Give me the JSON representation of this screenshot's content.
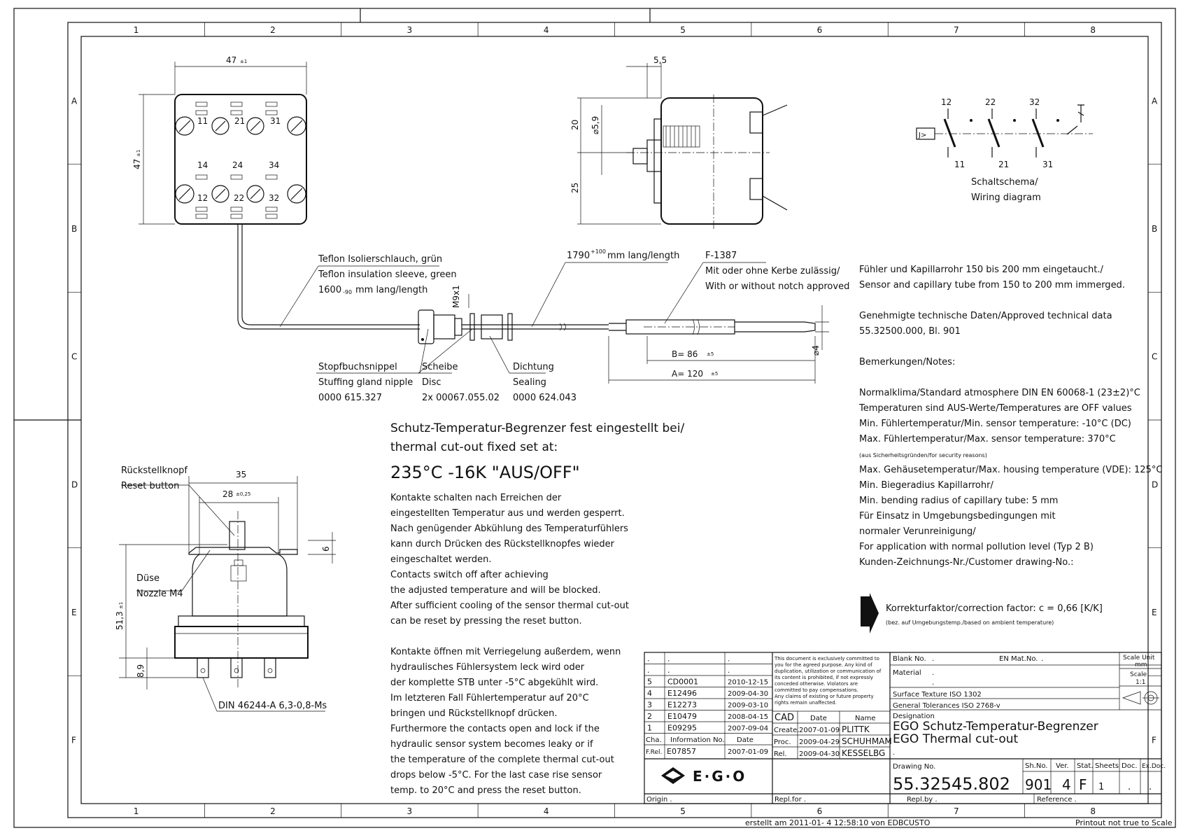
{
  "grid": {
    "columns": [
      "1",
      "2",
      "3",
      "4",
      "5",
      "6",
      "7",
      "8"
    ],
    "rows": [
      "A",
      "B",
      "C",
      "D",
      "E",
      "F"
    ]
  },
  "top_view": {
    "width_dim": "47",
    "width_tol": "±1",
    "height_dim": "47",
    "height_tol": "±1",
    "terminals": [
      "11",
      "21",
      "31",
      "14",
      "24",
      "34",
      "12",
      "22",
      "32"
    ]
  },
  "side_view": {
    "dim_top": "5,5",
    "dim_20": "20",
    "dim_dia": "⌀5,9",
    "dim_25": "25"
  },
  "wiring": {
    "labels_top": [
      "12",
      "22",
      "32"
    ],
    "labels_bottom": [
      "11",
      "21",
      "31"
    ],
    "caption_de": "Schaltschema/",
    "caption_en": "Wiring diagram"
  },
  "capillary": {
    "sleeve_de": "Teflon Isolierschlauch, grün",
    "sleeve_en": "Teflon insulation sleeve, green",
    "sleeve_length": "1600",
    "sleeve_length_tol": "-90",
    "sleeve_length_unit": "mm lang/length",
    "length": "1790",
    "length_tol": "+100",
    "length_unit": "mm lang/length",
    "thread": "M9x1",
    "sensor_ref": "F-1387",
    "notch_de": "Mit oder ohne Kerbe zulässig/",
    "notch_en": "With or without notch approved",
    "dim_b": "B= 86",
    "dim_b_tol": "±5",
    "dim_a": "A= 120",
    "dim_a_tol": "±5",
    "dim_dia": "⌀4",
    "gland_de": "Stopfbuchsnippel",
    "gland_en": "Stuffing gland nipple",
    "gland_no": "0000 615.327",
    "disc_de": "Scheibe",
    "disc_en": "Disc",
    "disc_no": "2x 00067.055.02",
    "seal_de": "Dichtung",
    "seal_en": "Sealing",
    "seal_no": "0000 624.043"
  },
  "front_view": {
    "reset_de": "Rückstellknopf",
    "reset_en": "Reset button",
    "dim_35": "35",
    "dim_28": "28",
    "dim_28_tol": "±0,25",
    "dim_6": "6",
    "nozzle_de": "Düse",
    "nozzle_en": "Nozzle M4",
    "dim_height": "51,3",
    "dim_height_tol": "±1",
    "dim_89": "8,9",
    "terminal_std": "DIN 46244-A 6,3-0,8-Ms"
  },
  "description": {
    "heading1": "Schutz-Temperatur-Begrenzer fest eingestellt bei/",
    "heading2": "thermal cut-out fixed set at:",
    "setpoint": "235°C -16K \"AUS/OFF\"",
    "lines": [
      "Kontakte schalten nach Erreichen der",
      "eingestellten Temperatur aus und werden gesperrt.",
      "Nach genügender Abkühlung des Temperaturfühlers",
      "kann durch Drücken des Rückstellknopfes wieder",
      "eingeschaltet werden.",
      "Contacts switch off after achieving",
      "the adjusted temperature and will be blocked.",
      "After sufficient cooling of the sensor thermal cut-out",
      "can be reset by pressing the reset button.",
      "",
      "Kontakte öffnen mit Verriegelung außerdem, wenn",
      "hydraulisches Fühlersystem leck wird oder",
      "der komplette STB unter -5°C abgekühlt wird.",
      "Im letzteren Fall Fühlertemperatur auf 20°C",
      "bringen und Rückstellknopf drücken.",
      "Furthermore the contacts open and lock if the",
      "hydraulic sensor system becomes leaky or if",
      "the temperature of the complete thermal cut-out",
      "drops below -5°C. For the last case rise sensor",
      "temp. to 20°C and press the reset button."
    ]
  },
  "notes": {
    "lines": [
      "Fühler und Kapillarrohr 150 bis 200 mm eingetaucht./",
      "Sensor and capillary tube from 150 to 200 mm immerged.",
      "",
      "Genehmigte technische Daten/Approved technical data",
      "55.32500.000, Bl. 901",
      "",
      "Bemerkungen/Notes:",
      "",
      "Normalklima/Standard atmosphere DIN EN 60068-1 (23±2)°C",
      "Temperaturen sind AUS-Werte/Temperatures are OFF values",
      "Min. Fühlertemperatur/Min. sensor temperature: -10°C (DC)",
      "Max. Fühlertemperatur/Max. sensor temperature: 370°C",
      "(aus Sicherheitsgründen/for security reasons)",
      "Max. Gehäusetemperatur/Max. housing temperature (VDE): 125°C",
      "Min. Biegeradius Kapillarrohr/",
      "Min. bending radius of capillary tube: 5 mm",
      "Für Einsatz in Umgebungsbedingungen mit",
      "normaler Verunreinigung/",
      "For application with normal pollution level (Typ 2 B)",
      "Kunden-Zeichnungs-Nr./Customer drawing-No.:"
    ],
    "correction": "Korrekturfaktor/correction factor: c = 0,66 [K/K]",
    "correction_note": "(bez. auf Umgebungstemp./based on ambient temperature)"
  },
  "title_block": {
    "copyright": [
      "This document is exclusively committed to",
      "you for the agreed purpose. Any kind of",
      "duplication, utilization or communication of",
      "its content is prohibited, if not expressly",
      "conceded otherwise. Violators are",
      "committed to pay compensations.",
      "Any claims of existing or future property",
      "rights remain unaffected."
    ],
    "revisions": [
      {
        "idx": ".",
        "info": ".",
        "date": "."
      },
      {
        "idx": ".",
        "info": ".",
        "date": "."
      },
      {
        "idx": "5",
        "info": "CD0001",
        "date": "2010-12-15"
      },
      {
        "idx": "4",
        "info": "E12496",
        "date": "2009-04-30"
      },
      {
        "idx": "3",
        "info": "E12273",
        "date": "2009-03-10"
      },
      {
        "idx": "2",
        "info": "E10479",
        "date": "2008-04-15"
      },
      {
        "idx": "1",
        "info": "E09295",
        "date": "2007-09-04"
      }
    ],
    "hdr_cha": "Cha.",
    "hdr_info": "Information No.",
    "hdr_date": "Date",
    "frel_label": "F.Rel.",
    "frel_no": "E07857",
    "frel_date": "2007-01-09",
    "cad": "CAD",
    "cad_date": "Date",
    "cad_name": "Name",
    "create_label": "Create.",
    "create_date": "2007-01-09",
    "create_name": "PLITTK",
    "proc_label": "Proc.",
    "proc_date": "2009-04-29",
    "proc_name": "SCHUHMAM",
    "rel_label": "Rel.",
    "rel_date": "2009-04-30",
    "rel_name": "KESSELBG",
    "logo": "E·G·O",
    "blank_label": "Blank No.",
    "blank_value": ".",
    "enmat_label": "EN Mat.No.",
    "enmat_value": ".",
    "material_label": "Material",
    "material_value": ".",
    "material_value2": ".",
    "scale_unit_label": "Scale Unit",
    "scale_unit": "mm",
    "scale_label": "Scale",
    "scale": "1:1",
    "surface": "Surface Texture ISO 1302",
    "tolerance": "General Tolerances  ISO 2768-v",
    "designation_label": "Designation",
    "designation_de": "EGO Schutz-Temperatur-Begrenzer",
    "designation_en": "EGO Thermal cut-out",
    "designation_extra": ".",
    "drawing_label": "Drawing No.",
    "drawing_no": "55.32545.802",
    "sh_label": "Sh.No.",
    "sh_no": "901",
    "ver_label": "Ver.",
    "ver": "4",
    "stat_label": "Stat.",
    "stat": "F",
    "sheets_label": "Sheets",
    "sheets": "1",
    "doc_label": "Doc.",
    "doc": ".",
    "exdoc_label": "Ex.Doc.",
    "exdoc": ".",
    "origin": "Origin .",
    "replfor": "Repl.for .",
    "replby": "Repl.by .",
    "reference": "Reference ."
  },
  "footer": {
    "created": "erstellt am 2011-01- 4 12:58:10 von EDBCUSTO",
    "printout": "Printout not true to Scale"
  }
}
